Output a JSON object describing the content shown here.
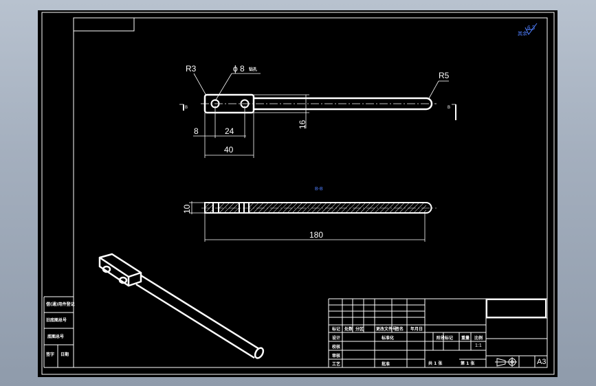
{
  "drawing": {
    "dimensions": {
      "r3": "R3",
      "d8": "ϕ 8",
      "d8_note": "钻孔",
      "r5": "R5",
      "dim_8": "8",
      "dim_24": "24",
      "dim_40": "40",
      "dim_16": "16",
      "dim_10": "10",
      "dim_180": "180"
    },
    "section_marks": {
      "left": "B",
      "right": "B",
      "label": "B-B"
    },
    "roughness": {
      "symbol": "其余",
      "value": "6.3"
    }
  },
  "left_strip": {
    "cells": [
      "借(通)用件登记",
      "旧底图总号",
      "底图总号",
      "签字",
      "日期"
    ]
  },
  "title_block": {
    "row_labels": [
      "标记",
      "处数",
      "分区",
      "更改文件号",
      "签名",
      "年月日"
    ],
    "role_labels": [
      "设计",
      "校核",
      "审核",
      "工艺"
    ],
    "std_label": "标准化",
    "approve_label": "批准",
    "stage_label": "阶段标记",
    "weight_label": "重量",
    "scale_label": "比例",
    "scale_value": "1:1",
    "sheets_total": "共 1 张",
    "sheet_no": "第 1 张",
    "format": "A3"
  }
}
